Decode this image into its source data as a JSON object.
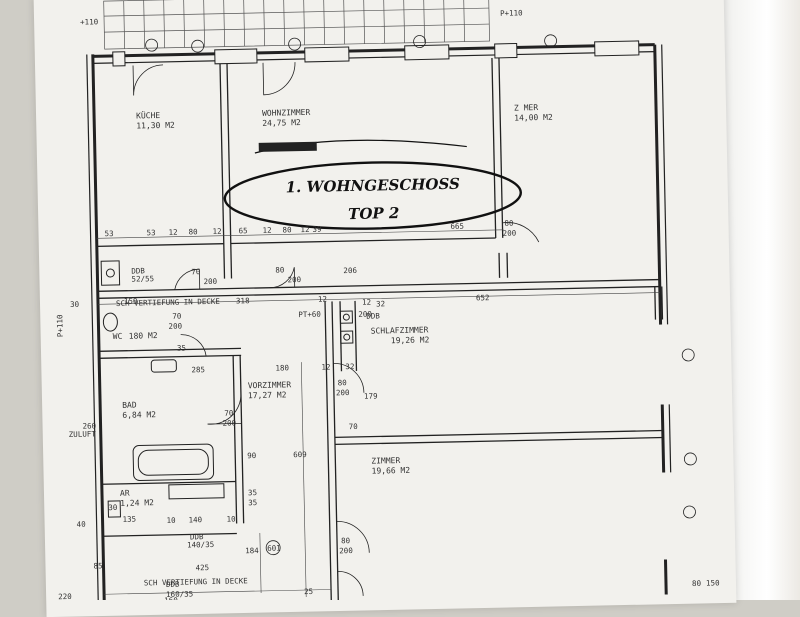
{
  "title": {
    "line1": "1. WOHNGESCHOSS",
    "line2": "TOP 2"
  },
  "rooms": [
    {
      "id": "kueche",
      "name": "KÜCHE",
      "area": "11,30 M2"
    },
    {
      "id": "wohnzimmer",
      "name": "WOHNZIMMER",
      "area": "24,75 M2"
    },
    {
      "id": "zimmer-top",
      "name": "Z MER",
      "area": "14,00 M2"
    },
    {
      "id": "schlafzimmer",
      "name": "SCHLAFZIMMER",
      "area": "19,26 M2"
    },
    {
      "id": "bad",
      "name": "BAD",
      "area": "6,84 M2"
    },
    {
      "id": "vorzimmer",
      "name": "VORZIMMER",
      "area": "17,27 M2"
    },
    {
      "id": "zimmer",
      "name": "ZIMMER",
      "area": "19,66 M2"
    },
    {
      "id": "ar",
      "name": "AR",
      "area": "1,24 M2"
    },
    {
      "id": "wc",
      "name": "WC",
      "area": "180 M2"
    }
  ],
  "notes": {
    "vertiefung_top": "SCH VERTIEFUNG IN DECKE",
    "vertiefung_bottom": "SCH VERTIEFUNG IN DECKE",
    "level_left": "P+110",
    "level_right": "P+110",
    "level_top": "+110",
    "zuluft": "ZULUFT",
    "pt": "PT+60",
    "ddb1": "DDB",
    "ddb1_size": "52/55",
    "ddb2": "DDB",
    "ddb2_size": "140/35",
    "ddb3": "DDB",
    "ddb3_size": "160/35",
    "ddb4": "DDB"
  },
  "dimensions": {
    "d53a": "53",
    "d53b": "53",
    "d12a": "12",
    "d80a": "80",
    "d12b": "12",
    "d65": "65",
    "d12c": "12",
    "d80b": "80",
    "d12d": "12",
    "d39": "39",
    "d665": "665",
    "d80c": "80",
    "d200a": "200",
    "d70a": "70",
    "d200b": "200",
    "d80d": "80",
    "d200c": "200",
    "d206": "206",
    "d318": "318",
    "d150": "150",
    "d652": "652",
    "d30": "30",
    "d12e": "12",
    "d12f": "12",
    "d70b": "70",
    "d200d": "200",
    "d200e": "200",
    "d285": "285",
    "d180": "180",
    "d12g": "12",
    "d32a": "32",
    "d32b": "32",
    "d80e": "80",
    "d200f": "200",
    "d179": "179",
    "d70c": "70",
    "d200g": "200",
    "d260": "260",
    "d609": "609",
    "d70d": "70",
    "d90": "90",
    "d35a": "35",
    "d10a": "10",
    "d30b": "30",
    "d140": "140",
    "d10b": "10",
    "d135": "135",
    "d184": "184",
    "d80f": "80",
    "d200h": "200",
    "d85": "85",
    "d425": "425",
    "d25": "25",
    "d80g": "80",
    "d150b": "150",
    "d160": "160",
    "d220": "220",
    "d601": "601",
    "d35b": "35",
    "d35c": "35",
    "d40": "40"
  }
}
